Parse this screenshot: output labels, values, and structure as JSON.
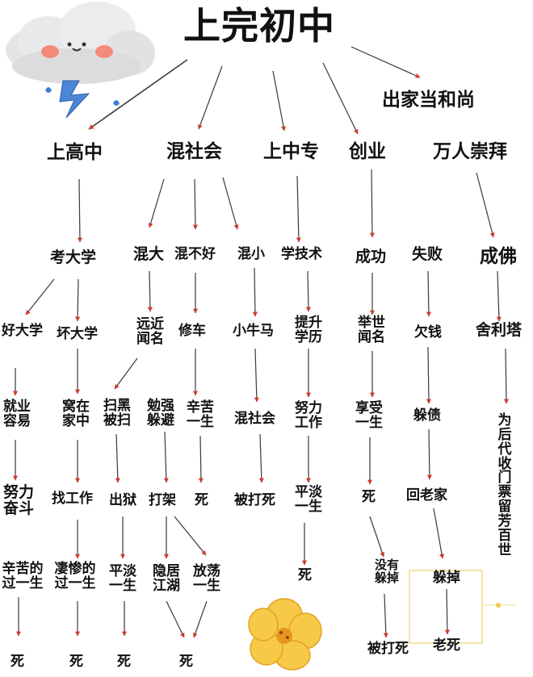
{
  "title": "上完初中",
  "level1": {
    "high_school": "上高中",
    "society": "混社会",
    "vocational": "上中专",
    "startup": "创业",
    "worship": "万人崇拜",
    "monk": "出家当和尚"
  },
  "high_school_branch": {
    "exam": "考大学",
    "good_uni": "好大学",
    "bad_uni": "坏大学",
    "easy_job": "就业容易",
    "stay_home": "窝在家中",
    "struggle": "努力奋斗",
    "find_job": "找工作",
    "hard_life": "辛苦的过一生",
    "miserable_life": "凄惨的过一生",
    "death1": "死",
    "death2": "死"
  },
  "society_branch": {
    "big_boss": "混大",
    "not_well": "混不好",
    "small": "混小",
    "far_famous": "远近闻名",
    "crackdown": "扫黑被扫",
    "prison_out": "出狱",
    "plain_life": "平淡一生",
    "death3": "死",
    "reluctant": "勉强躲避",
    "fight": "打架",
    "retire": "隐居江湖",
    "unruly": "放荡一生",
    "death4": "死",
    "repair_car": "修车",
    "hard_one": "辛苦一生",
    "death5": "死",
    "small_horse": "小牛马",
    "mix_society": "混社会",
    "beaten": "被打死"
  },
  "vocational_branch": {
    "skills": "学技术",
    "degree": "提升学历",
    "work_hard": "努力工作",
    "plain": "平淡一生",
    "death": "死"
  },
  "startup_branch": {
    "success": "成功",
    "famous": "举世闻名",
    "enjoy": "享受一生",
    "death": "死",
    "escaped_not": "没有躲掉",
    "beaten": "被打死",
    "failure": "失败",
    "debt": "欠钱",
    "hide_debt": "躲债",
    "home": "回老家",
    "escaped": "躲掉",
    "old_death": "老死"
  },
  "worship_branch": {
    "buddha": "成佛",
    "relic": "舍利塔",
    "legacy": "为后代收门票留芳百世"
  },
  "colors": {
    "arrow": "#cf3b2c",
    "text": "#111111",
    "highlight_box": "#f2dc86"
  },
  "icons": [
    "cloud-face-icon",
    "lightning-icon",
    "flower-icon"
  ]
}
